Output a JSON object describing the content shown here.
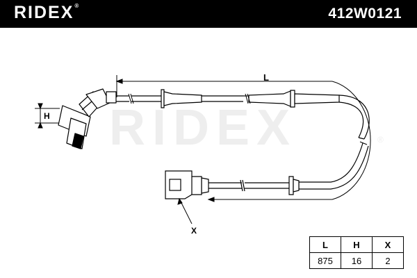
{
  "header": {
    "brand": "RIDEX",
    "brand_mark": "®",
    "part_number": "412W0121"
  },
  "colors": {
    "header_bg": "#000000",
    "header_text": "#ffffff",
    "line": "#000000",
    "watermark": "#eeeeee"
  },
  "diagram": {
    "watermark": "RIDEX",
    "watermark_mark": "®",
    "label_length": "L",
    "label_height": "H",
    "label_connector": "X"
  },
  "dimensions": {
    "headers": [
      "L",
      "H",
      "X"
    ],
    "values": [
      "875",
      "16",
      "2"
    ]
  }
}
